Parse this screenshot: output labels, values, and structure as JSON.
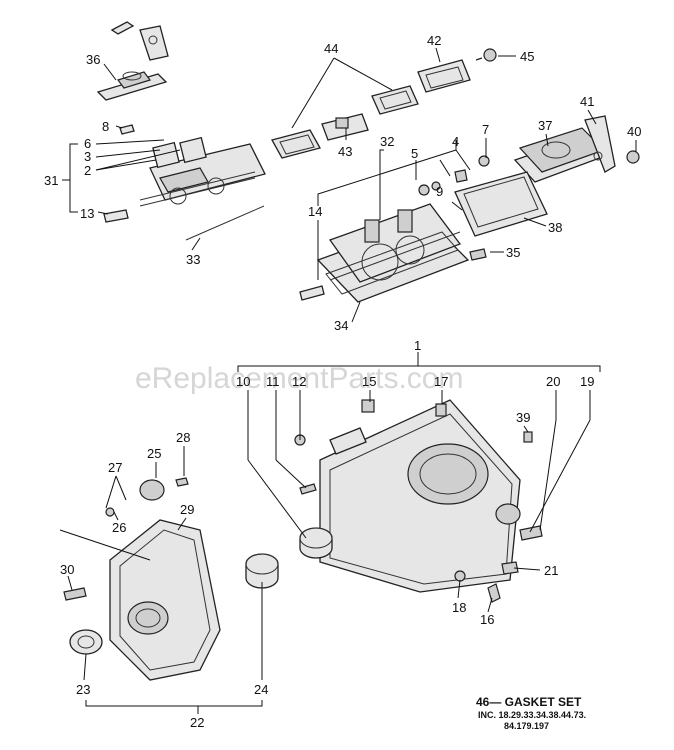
{
  "watermark": "eReplacementParts.com",
  "callouts": {
    "n1": "1",
    "n2": "2",
    "n3": "3",
    "n4": "4",
    "n5": "5",
    "n6": "6",
    "n7": "7",
    "n8": "8",
    "n9": "9",
    "n10": "10",
    "n11": "11",
    "n12": "12",
    "n13": "13",
    "n14": "14",
    "n15": "15",
    "n16": "16",
    "n17": "17",
    "n18": "18",
    "n19": "19",
    "n20": "20",
    "n21": "21",
    "n22": "22",
    "n23": "23",
    "n24": "24",
    "n25": "25",
    "n26": "26",
    "n27": "27",
    "n28": "28",
    "n29": "29",
    "n30": "30",
    "n31": "31",
    "n32": "32",
    "n33": "33",
    "n34": "34",
    "n35": "35",
    "n36": "36",
    "n37": "37",
    "n38": "38",
    "n39": "39",
    "n40": "40",
    "n41": "41",
    "n42": "42",
    "n43": "43",
    "n44": "44",
    "n45": "45"
  },
  "note": {
    "title": "46— GASKET SET",
    "line1": "INC. 18.29.33.34.38.44.73.",
    "line2": "84.179.197"
  }
}
